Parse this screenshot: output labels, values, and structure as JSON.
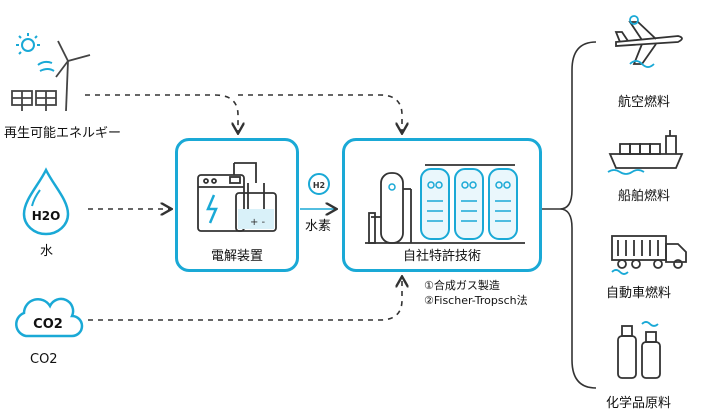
{
  "inputs": {
    "renewable": "再生可能エネルギー",
    "water": "水",
    "water_icon_text": "H2O",
    "co2": "CO2",
    "co2_icon_text": "CO2"
  },
  "process": {
    "electrolysis": "電解装置",
    "hydrogen_badge": "H2",
    "hydrogen_label": "水素",
    "proprietary": "自社特許技術",
    "note_1": "①合成ガス製造",
    "note_2": "②Fischer-Tropsch法"
  },
  "outputs": [
    {
      "label": "航空燃料",
      "icon": "airplane-icon"
    },
    {
      "label": "船舶燃料",
      "icon": "ship-icon"
    },
    {
      "label": "自動車燃料",
      "icon": "truck-icon"
    },
    {
      "label": "化学品原料",
      "icon": "chemical-bottles-icon"
    }
  ],
  "colors": {
    "accent": "#1aa9d6",
    "dark": "#333333"
  }
}
